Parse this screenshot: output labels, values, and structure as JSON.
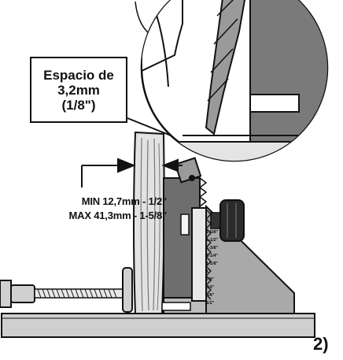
{
  "callout": {
    "line1": "Espacio de",
    "line2": "3,2mm",
    "line3": "(1/8\")"
  },
  "dimension": {
    "min_label": "MIN 12,7mm - 1/2\"",
    "max_label": "MAX 41,3mm - 1-5/8\""
  },
  "scale": {
    "ticks": [
      "1-5/8\"",
      "1-1/2\"",
      "1-3/8\"",
      "1-1/4\"",
      "1-1/8\"",
      "1\"",
      "7/8\"",
      "3/4\"",
      "5/8\"",
      "1/2\""
    ]
  },
  "step": {
    "label": "2)"
  },
  "colors": {
    "outline": "#111111",
    "light_gray": "#d9d9d9",
    "mid_gray": "#bdbdbd",
    "dark_gray": "#6e6e6e",
    "darkest": "#2b2b2b"
  }
}
